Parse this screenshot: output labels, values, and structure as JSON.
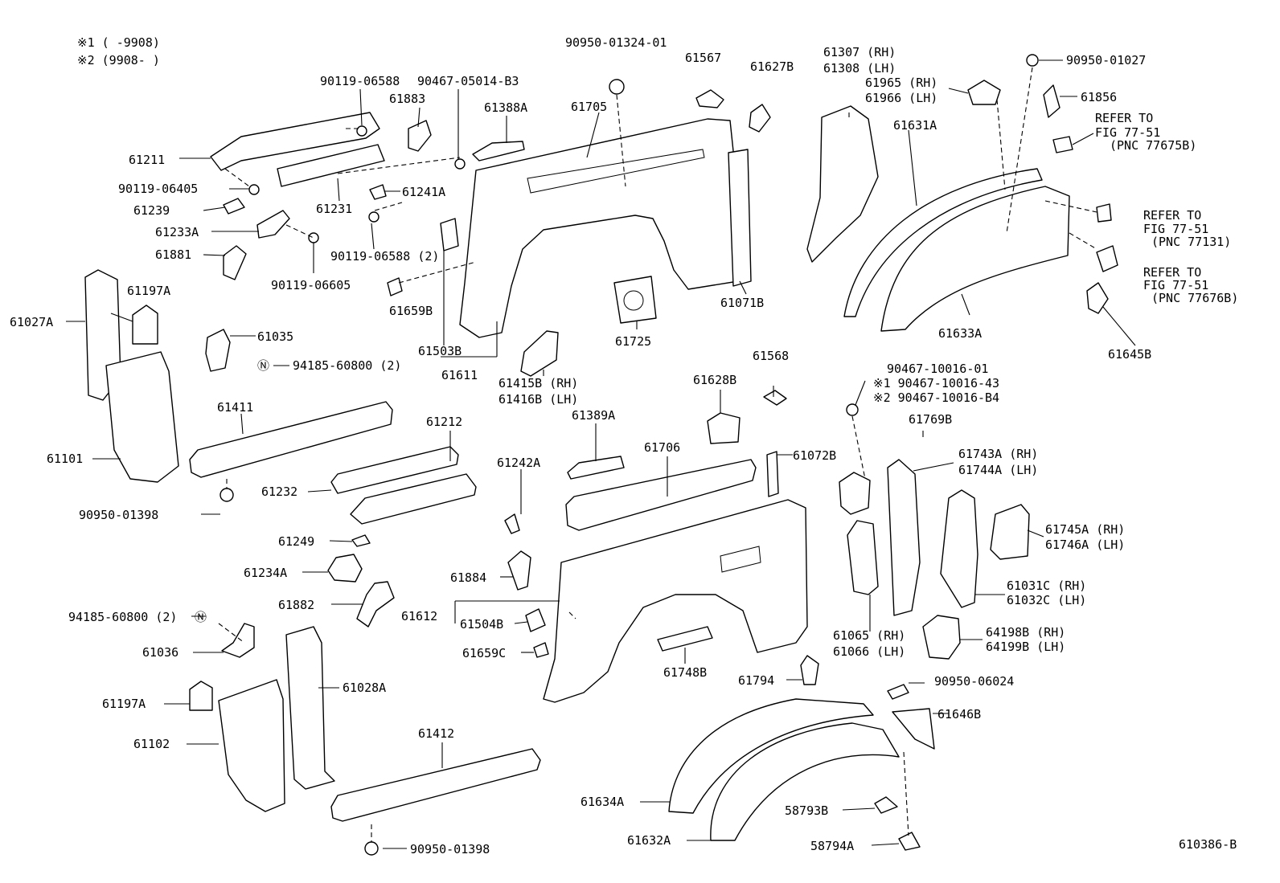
{
  "header": {
    "note1": "※1 (     -9908)",
    "note2": "※2 (9908-      )"
  },
  "footer": {
    "diagram_code": "610386-B"
  },
  "labels": [
    "90950-01324-01",
    "61567",
    "61627B",
    "61307 (RH)",
    "61308 (LH)",
    "90950-01027",
    "61965 (RH)",
    "61966 (LH)",
    "61856",
    "90119-06588",
    "90467-05014-B3",
    "61883",
    "61388A",
    "61705",
    "REFER TO",
    "FIG 77-51",
    "(PNC 77675B)",
    "61211",
    "61631A",
    "90119-06405",
    "61241A",
    "61231",
    "61239",
    "61233A",
    "REFER TO",
    "FIG 77-51",
    "(PNC 77131)",
    "61881",
    "90119-06588 (2)",
    "90119-06605",
    "REFER TO",
    "FIG 77-51",
    "(PNC 77676B)",
    "61197A",
    "61659B",
    "61071B",
    "61027A",
    "61633A",
    "61645B",
    "61035",
    "61725",
    "61503B",
    "94185-60800 (2)",
    "61611",
    "61568",
    "61415B (RH)",
    "61416B (LH)",
    "61628B",
    "90467-10016-01",
    "※1 90467-10016-43",
    "※2 90467-10016-B4",
    "61411",
    "61212",
    "61389A",
    "61769B",
    "61706",
    "61242A",
    "61101",
    "61743A (RH)",
    "61744A (LH)",
    "61072B",
    "61232",
    "90950-01398",
    "61745A (RH)",
    "61746A (LH)",
    "61249",
    "61884",
    "61234A",
    "61031C (RH)",
    "61032C (LH)",
    "61882",
    "94185-60800 (2)",
    "61612",
    "61504B",
    "64198B (RH)",
    "64199B (LH)",
    "61065 (RH)",
    "61066 (LH)",
    "61036",
    "61659C",
    "61748B",
    "61794",
    "90950-06024",
    "61028A",
    "61197A",
    "61646B",
    "61412",
    "61102",
    "61634A",
    "58793B",
    "90950-01398",
    "61632A",
    "58794A"
  ]
}
